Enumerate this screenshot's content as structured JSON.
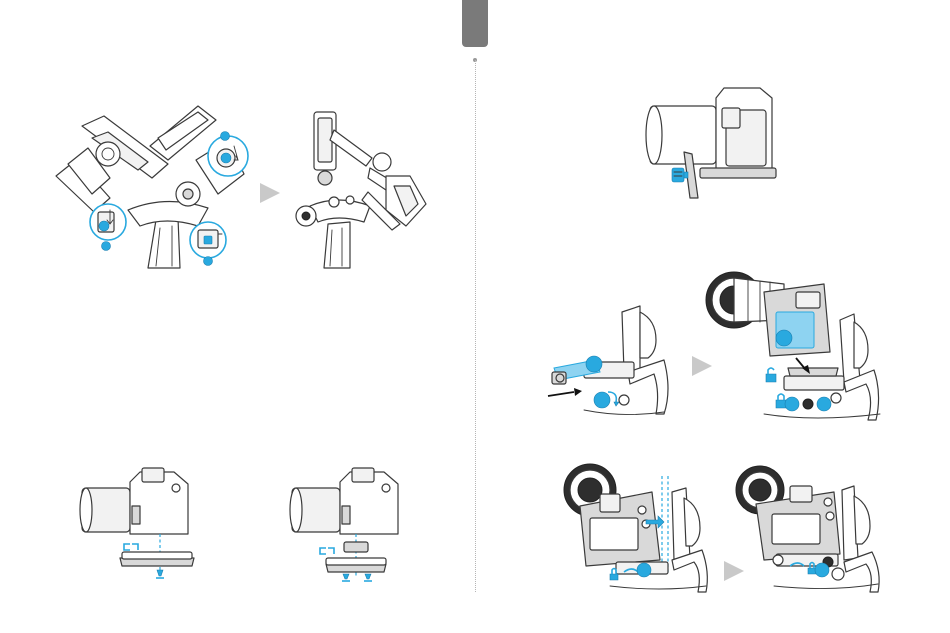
{
  "page": {
    "section_tab_color": "#7a7a7a",
    "accent_color": "#29a9df",
    "divider_style": "dotted",
    "arrow_color": "#c9c9c9"
  },
  "figures": [
    {
      "id": "gimbal-unfold-before",
      "icon": "gimbal-folded-with-locks-illustration"
    },
    {
      "id": "gimbal-unfold-after",
      "icon": "gimbal-unfolded-illustration"
    },
    {
      "id": "camera-quick-release-short",
      "icon": "camera-plate-short-illustration"
    },
    {
      "id": "camera-quick-release-riser",
      "icon": "camera-plate-riser-illustration"
    },
    {
      "id": "camera-plate-screw",
      "icon": "camera-plate-screw-illustration"
    },
    {
      "id": "mount-plate-slide",
      "icon": "plate-slide-in-illustration"
    },
    {
      "id": "mount-camera-lock",
      "icon": "camera-mount-lock-illustration"
    },
    {
      "id": "balance-adjust-before",
      "icon": "camera-balance-adjust-illustration"
    },
    {
      "id": "balance-adjust-after",
      "icon": "camera-balanced-illustration"
    }
  ]
}
